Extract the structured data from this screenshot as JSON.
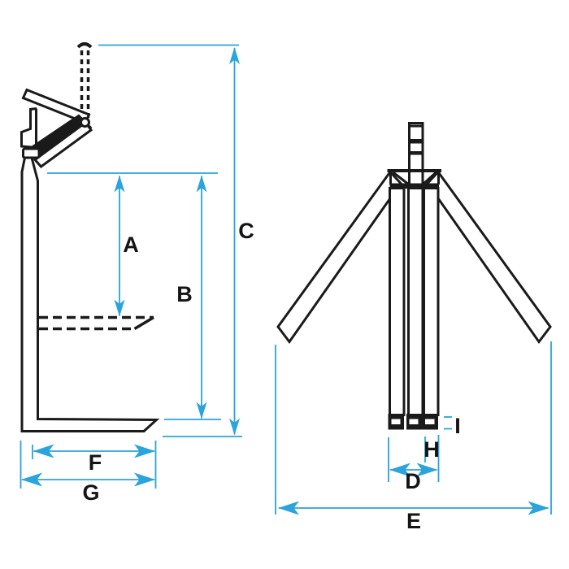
{
  "labels": {
    "A": "A",
    "B": "B",
    "C": "C",
    "D": "D",
    "E": "E",
    "F": "F",
    "G": "G",
    "H": "H",
    "I": "I"
  },
  "colors": {
    "dimension": "#2BA3DB",
    "line": "#1a1a1a",
    "label_text": "#141414",
    "background": "#FFFFFF"
  }
}
